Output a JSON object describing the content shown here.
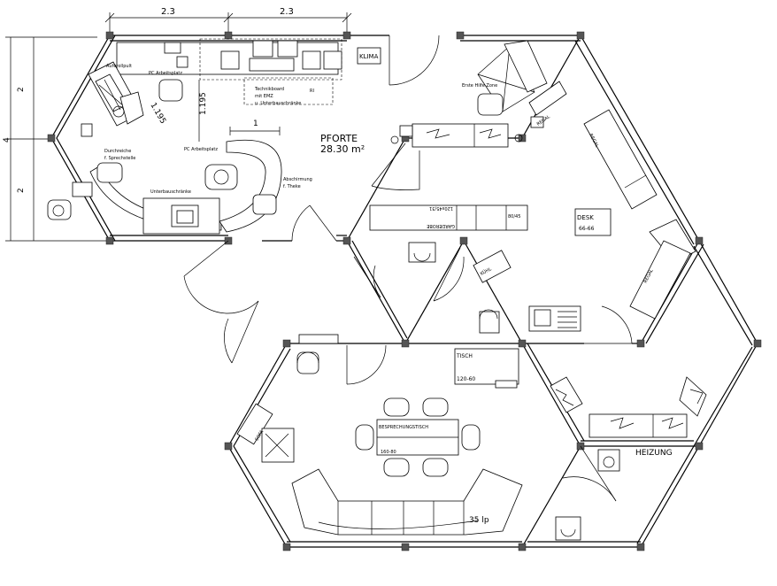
{
  "dimensions": {
    "top_left": "2.3",
    "top_right": "2.3",
    "left_upper": "2",
    "left_total": "4",
    "left_lower": "2",
    "depth": "1.195",
    "depth_diag": "1.195",
    "desk_width": "1"
  },
  "rooms": {
    "pforte_name": "PFORTE",
    "pforte_area": "28.30  m²",
    "heizung": "HEIZUNG",
    "klima": "KLIMA"
  },
  "labels": {
    "aufrollpult": "Auferollpult",
    "pc_1": "PC Arbeitsplatz",
    "pc_2": "PC Arbeitsplatz",
    "technikboard_1": "Technikboard",
    "technikboard_2": "mit EMZ",
    "technikboard_3": "u. Unterbauschränke",
    "ri": "RI",
    "durchreiche_1": "Durchreiche",
    "durchreiche_2": "f. Sprechstelle",
    "abschirmung_1": "Abschirmung",
    "abschirmung_2": "f. Theke",
    "unterbau": "Unterbauschränke",
    "erste_hilfe": "Erste Hilfe Zone",
    "desk": "DESK",
    "desk_dim": "66-66",
    "garderobe": "GARDEROBE",
    "gard_dim": "120x45/31",
    "gard_right": "80/45",
    "regal_1": "REGAL",
    "regal_2": "REGAL",
    "regal_3": "REGAL",
    "tisch": "TISCH",
    "tisch_dim": "120-60",
    "besprechung": "BESPRECHUNGSTISCH",
    "besprechung_dim": "160-80",
    "seats": "35 lp",
    "kuehl": "KÜHL",
    "sofa": "SOFA"
  }
}
